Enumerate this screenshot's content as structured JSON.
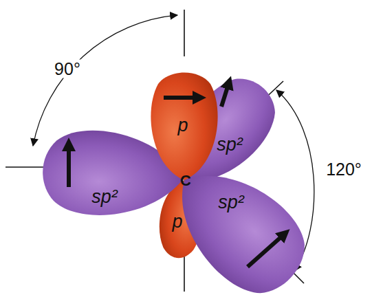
{
  "diagram": {
    "labels": [
      "90°",
      "120°",
      "p",
      "sp²",
      "sp²",
      "p",
      "sp²",
      "C"
    ]
  }
}
